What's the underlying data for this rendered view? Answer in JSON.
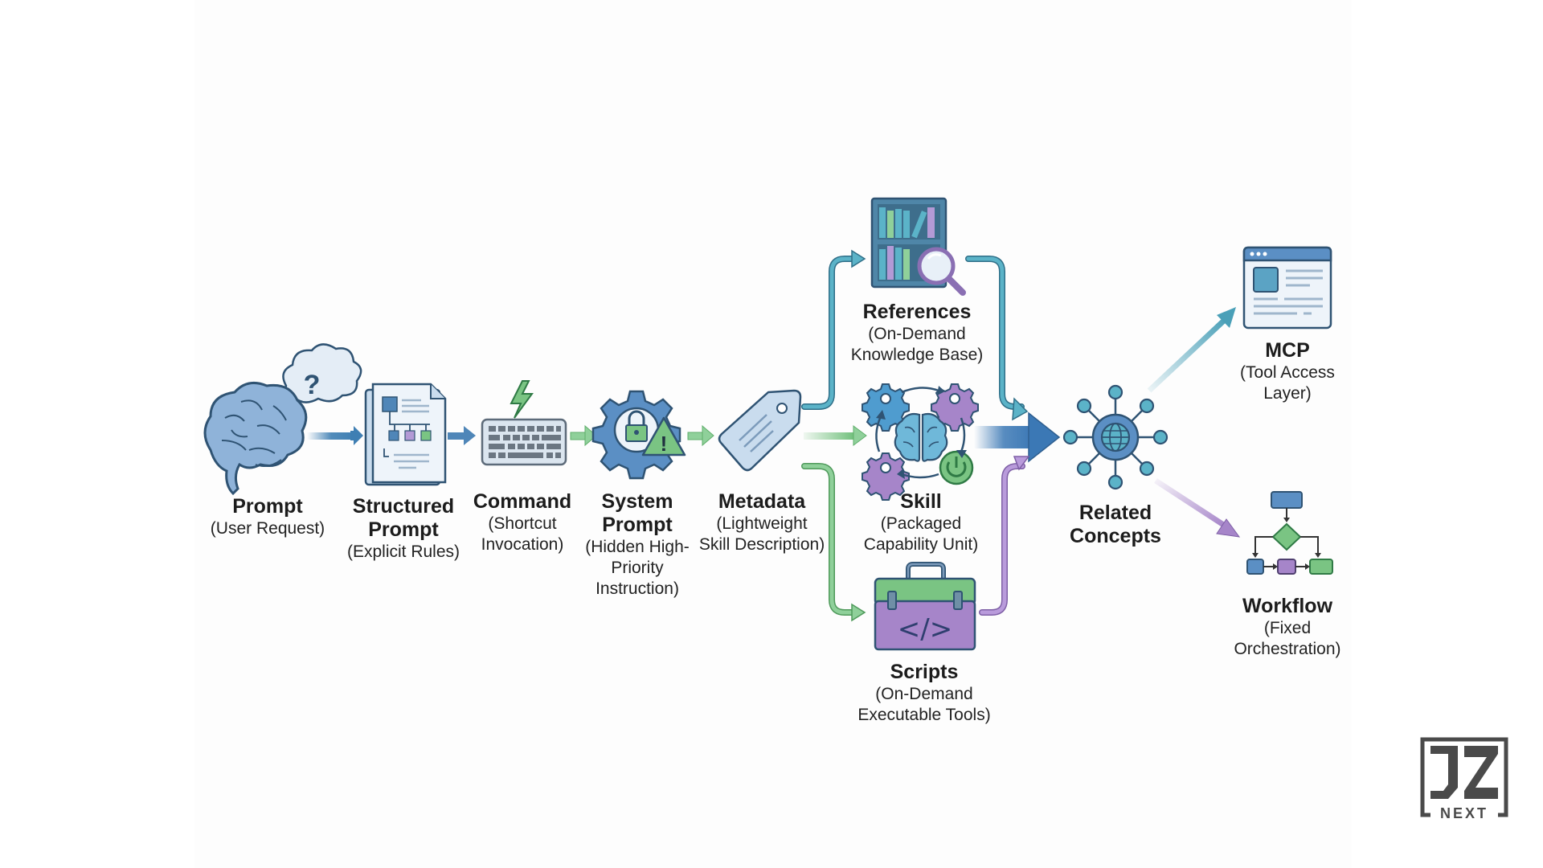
{
  "diagram": {
    "type": "flow",
    "nodes": [
      {
        "id": "prompt",
        "title": "Prompt",
        "subtitle": [
          "(User Request)"
        ],
        "icon": "brain-thinking-icon"
      },
      {
        "id": "structured-prompt",
        "title": [
          "Structured",
          "Prompt"
        ],
        "subtitle": [
          "(Explicit Rules)"
        ],
        "icon": "document-hierarchy-icon"
      },
      {
        "id": "command",
        "title": "Command",
        "subtitle": [
          "(Shortcut",
          "Invocation)"
        ],
        "icon": "keyboard-lightning-icon"
      },
      {
        "id": "system-prompt",
        "title": [
          "System",
          "Prompt"
        ],
        "subtitle": [
          "(Hidden High-",
          "Priority",
          "Instruction)"
        ],
        "icon": "gear-lock-warning-icon"
      },
      {
        "id": "metadata",
        "title": "Metadata",
        "subtitle": [
          "(Lightweight",
          "Skill Description)"
        ],
        "icon": "tag-icon"
      },
      {
        "id": "references",
        "title": "References",
        "subtitle": [
          "(On-Demand",
          "Knowledge Base)"
        ],
        "icon": "bookshelf-magnifier-icon"
      },
      {
        "id": "skill",
        "title": "Skill",
        "subtitle": [
          "(Packaged",
          "Capability Unit)"
        ],
        "icon": "brain-gears-cycle-icon"
      },
      {
        "id": "scripts",
        "title": "Scripts",
        "subtitle": [
          "(On-Demand",
          "Executable Tools)"
        ],
        "icon": "toolbox-code-icon"
      },
      {
        "id": "related-concepts",
        "title": [
          "Related",
          "Concepts"
        ],
        "subtitle": [],
        "icon": "network-hub-globe-icon"
      },
      {
        "id": "mcp",
        "title": "MCP",
        "subtitle": [
          "(Tool Access",
          "Layer)"
        ],
        "icon": "browser-window-icon"
      },
      {
        "id": "workflow",
        "title": "Workflow",
        "subtitle": [
          "(Fixed",
          "Orchestration)"
        ],
        "icon": "flowchart-icon"
      }
    ],
    "edges": [
      {
        "from": "prompt",
        "to": "structured-prompt",
        "color": "#3f7fb3"
      },
      {
        "from": "structured-prompt",
        "to": "command",
        "color": "#3f7fb3"
      },
      {
        "from": "command",
        "to": "system-prompt",
        "color": "#6fbf7a"
      },
      {
        "from": "system-prompt",
        "to": "metadata",
        "color": "#6fbf7a"
      },
      {
        "from": "metadata",
        "to": "references",
        "color": "#4aa0b8"
      },
      {
        "from": "metadata",
        "to": "skill",
        "color": "#6fbf7a"
      },
      {
        "from": "metadata",
        "to": "scripts",
        "color": "#6fbf7a"
      },
      {
        "from": "references",
        "to": "related-concepts",
        "color": "#4aa0b8"
      },
      {
        "from": "skill",
        "to": "related-concepts",
        "color": "#3b78b5"
      },
      {
        "from": "scripts",
        "to": "related-concepts",
        "color": "#a685c9"
      },
      {
        "from": "related-concepts",
        "to": "mcp",
        "color": "#4aa0b8"
      },
      {
        "from": "related-concepts",
        "to": "workflow",
        "color": "#a685c9"
      }
    ]
  },
  "labels": {
    "prompt": {
      "title": "Prompt",
      "sub1": "(User Request)"
    },
    "structured": {
      "title1": "Structured",
      "title2": "Prompt",
      "sub1": "(Explicit Rules)"
    },
    "command": {
      "title": "Command",
      "sub1": "(Shortcut",
      "sub2": "Invocation)"
    },
    "system": {
      "title1": "System",
      "title2": "Prompt",
      "sub1": "(Hidden High-",
      "sub2": "Priority",
      "sub3": "Instruction)"
    },
    "metadata": {
      "title": "Metadata",
      "sub1": "(Lightweight",
      "sub2": "Skill Description)"
    },
    "references": {
      "title": "References",
      "sub1": "(On-Demand",
      "sub2": "Knowledge Base)"
    },
    "skill": {
      "title": "Skill",
      "sub1": "(Packaged",
      "sub2": "Capability Unit)"
    },
    "scripts": {
      "title": "Scripts",
      "sub1": "(On-Demand",
      "sub2": "Executable Tools)"
    },
    "related": {
      "title1": "Related",
      "title2": "Concepts"
    },
    "mcp": {
      "title": "MCP",
      "sub1": "(Tool Access",
      "sub2": "Layer)"
    },
    "workflow": {
      "title": "Workflow",
      "sub1": "(Fixed",
      "sub2": "Orchestration)"
    }
  },
  "icons": {
    "thought_glyph": "?",
    "code_glyph": "</>",
    "warning_glyph": "!"
  },
  "logo": {
    "mark": "JZ",
    "text": "NEXT"
  },
  "colors": {
    "blue": "#3f7fb3",
    "teal": "#4aa0b8",
    "green": "#6fbf7a",
    "purple": "#a685c9",
    "outline": "#2f5373",
    "text": "#1c1c1c",
    "logo": "#4a4a4a"
  }
}
